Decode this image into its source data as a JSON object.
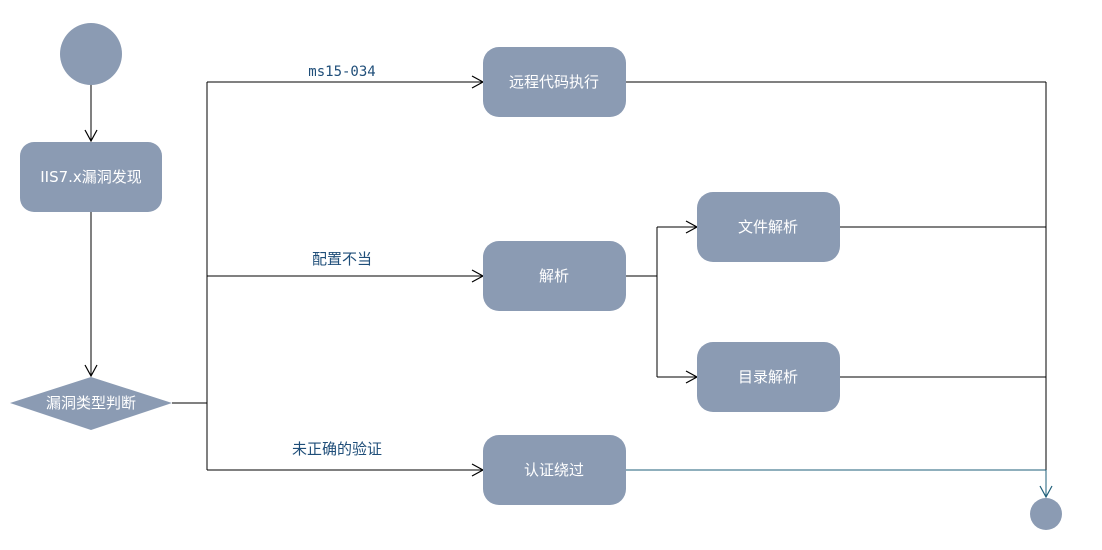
{
  "diagram": {
    "nodes": {
      "discover": "IIS7.x漏洞发现",
      "decision": "漏洞类型判断",
      "rce": "远程代码执行",
      "parse": "解析",
      "file_parse": "文件解析",
      "dir_parse": "目录解析",
      "auth_bypass": "认证绕过"
    },
    "edges": {
      "ms15": "ms15-034",
      "misconfig": "配置不当",
      "bad_auth": "未正确的验证"
    },
    "colors": {
      "node_fill": "#8b9bb3",
      "line": "#000000",
      "highlight_line": "#1f5f7a",
      "edge_text": "#1f4e79",
      "node_text": "#ffffff"
    }
  }
}
